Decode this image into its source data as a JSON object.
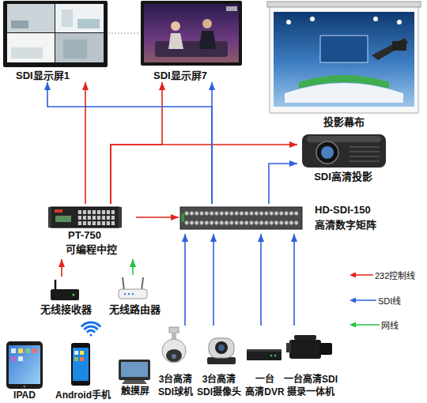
{
  "diagram": {
    "nodes": [
      {
        "text": [
          "SDI显示屏1"
        ]
      },
      {
        "text": [
          "SDI显示屏7"
        ]
      },
      {
        "text": [
          "投影幕布"
        ]
      },
      {
        "text": [
          "SDI高清投影"
        ]
      },
      {
        "text": [
          "PT-750",
          "可编程中控"
        ]
      },
      {
        "text": [
          "HD-SDI-150",
          "高清数字矩阵"
        ]
      },
      {
        "text": [
          "无线接收器"
        ]
      },
      {
        "text": [
          "无线路由器"
        ]
      },
      {
        "text": [
          "IPAD"
        ]
      },
      {
        "text": [
          "Android手机"
        ]
      },
      {
        "text": [
          "触摸屏"
        ]
      },
      {
        "text": [
          "3台高清 SDI球机"
        ]
      },
      {
        "text": [
          "3台高清 SDI摄像头"
        ]
      },
      {
        "text": [
          "一台 高清DVR"
        ]
      },
      {
        "text": [
          "一台高清SDI 摄录一体机"
        ]
      }
    ],
    "edges": [
      {
        "from": 4,
        "to": 0,
        "arrow": "to"
      },
      {
        "from": 4,
        "to": 1,
        "arrow": "to"
      },
      {
        "from": 4,
        "to": 3,
        "arrow": "to"
      },
      {
        "from": 4,
        "to": 5,
        "arrow": "to"
      },
      {
        "from": 6,
        "to": 4,
        "arrow": "to"
      },
      {
        "from": 7,
        "to": 4,
        "arrow": "to"
      },
      {
        "from": 5,
        "to": 0,
        "arrow": "to"
      },
      {
        "from": 5,
        "to": 1,
        "arrow": "to"
      },
      {
        "from": 5,
        "to": 3,
        "arrow": "to"
      },
      {
        "from": 11,
        "to": 5,
        "arrow": "to"
      },
      {
        "from": 12,
        "to": 5,
        "arrow": "to"
      },
      {
        "from": 13,
        "to": 5,
        "arrow": "to"
      },
      {
        "from": 14,
        "to": 5,
        "arrow": "to"
      }
    ],
    "legend": [
      {
        "text": "232控制线"
      },
      {
        "text": "SDI线"
      },
      {
        "text": "网线"
      }
    ]
  }
}
